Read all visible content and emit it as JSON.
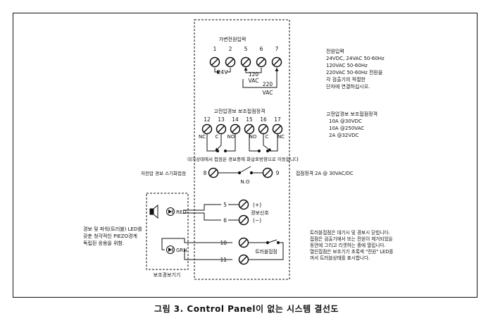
{
  "diagram": {
    "power_input_title": "가변전원입력",
    "power_terminals": [
      "1",
      "2",
      "5",
      "6",
      "7"
    ],
    "v24_label": "24V",
    "v120_label": "120",
    "vac_label": "VAC",
    "v220_label": "220",
    "relay_title": "고전압경보 보조접점정격",
    "relay_terminals": [
      "12",
      "13",
      "14",
      "15",
      "16",
      "17"
    ],
    "contact_labels": [
      "NC",
      "C",
      "NO",
      "NO",
      "C",
      "NC"
    ],
    "standby_note": "대기상태에서 접점은 경보중에 화살표방향으로 이동합니다",
    "low_voltage_label": "저전압 경보 스기화접점",
    "no_terminals": [
      "8",
      "9"
    ],
    "no_label": "N.O",
    "no_rating": "접점정격 2A @ 30VAC/DC",
    "alarm_terminals": [
      "5",
      "6"
    ],
    "alarm_signs": [
      "(+)",
      "(−)"
    ],
    "alarm_signal_label": "경보신호",
    "led_red": "RED",
    "led_grn": "GRN",
    "trouble_terminals": [
      "10",
      "11"
    ],
    "trouble_contact_label": "트러블접점",
    "aux_device_label": "보조경보기기"
  },
  "notes": {
    "power_input": [
      "전원입력",
      "24VDC, 24VAC 50-60Hz",
      "120VAC 50-60Hz",
      "220VAC 50-60Hz 전원을",
      "각 검출기의 적절한",
      "단자에 연결하십시오."
    ],
    "relay_rating": [
      "고전압경보 보조접점정격",
      "10A @30VDC",
      "10A @250VAC",
      "2A @32VDC"
    ],
    "led_note": [
      "경보 및 파워(트러블) LED를",
      "갖춘 청각적인 PIEZO경계",
      "독립된 응용을 위함."
    ],
    "trouble_note": [
      "트러블접점은 대기시 및 경보시 닫힙니다.",
      "접점은 검출기에서 또는 전원이 제거되었을",
      "동안에 그리고 리셋하는 중에 열립니다.",
      "열린접점은 보조기기 초록색 \"전원\" LED를",
      "꺼서 트러블상태를 표시합니다."
    ]
  },
  "caption": "그림 3.  Control Panel이 없는 시스템 결선도"
}
